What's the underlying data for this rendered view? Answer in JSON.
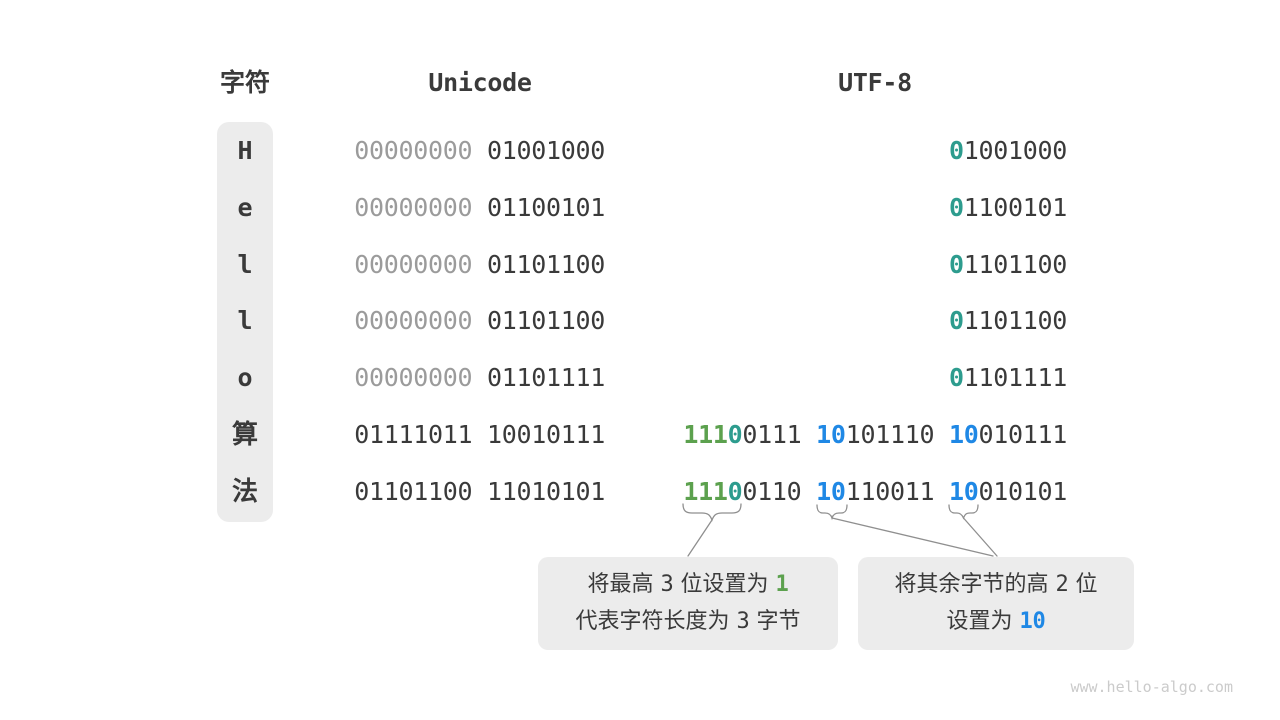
{
  "header": {
    "char_label": "字符",
    "unicode_label": "Unicode",
    "utf8_label": "UTF-8"
  },
  "rows": [
    {
      "char": "H",
      "unicode": [
        [
          [
            "00000000",
            "gray"
          ]
        ],
        [
          [
            "01001000",
            "dark"
          ]
        ]
      ],
      "utf8": [
        [
          [
            "0",
            "teal"
          ],
          [
            "1001000",
            "dark"
          ]
        ]
      ]
    },
    {
      "char": "e",
      "unicode": [
        [
          [
            "00000000",
            "gray"
          ]
        ],
        [
          [
            "01100101",
            "dark"
          ]
        ]
      ],
      "utf8": [
        [
          [
            "0",
            "teal"
          ],
          [
            "1100101",
            "dark"
          ]
        ]
      ]
    },
    {
      "char": "l",
      "unicode": [
        [
          [
            "00000000",
            "gray"
          ]
        ],
        [
          [
            "01101100",
            "dark"
          ]
        ]
      ],
      "utf8": [
        [
          [
            "0",
            "teal"
          ],
          [
            "1101100",
            "dark"
          ]
        ]
      ]
    },
    {
      "char": "l",
      "unicode": [
        [
          [
            "00000000",
            "gray"
          ]
        ],
        [
          [
            "01101100",
            "dark"
          ]
        ]
      ],
      "utf8": [
        [
          [
            "0",
            "teal"
          ],
          [
            "1101100",
            "dark"
          ]
        ]
      ]
    },
    {
      "char": "o",
      "unicode": [
        [
          [
            "00000000",
            "gray"
          ]
        ],
        [
          [
            "01101111",
            "dark"
          ]
        ]
      ],
      "utf8": [
        [
          [
            "0",
            "teal"
          ],
          [
            "1101111",
            "dark"
          ]
        ]
      ]
    },
    {
      "char": "算",
      "unicode": [
        [
          [
            "01111011",
            "dark"
          ]
        ],
        [
          [
            "10010111",
            "dark"
          ]
        ]
      ],
      "utf8": [
        [
          [
            "111",
            "green"
          ],
          [
            "0",
            "teal"
          ],
          [
            "0111",
            "dark"
          ]
        ],
        [
          [
            "10",
            "blue"
          ],
          [
            "101110",
            "dark"
          ]
        ],
        [
          [
            "10",
            "blue"
          ],
          [
            "010111",
            "dark"
          ]
        ]
      ]
    },
    {
      "char": "法",
      "unicode": [
        [
          [
            "01101100",
            "dark"
          ]
        ],
        [
          [
            "11010101",
            "dark"
          ]
        ]
      ],
      "utf8": [
        [
          [
            "111",
            "green"
          ],
          [
            "0",
            "teal"
          ],
          [
            "0110",
            "dark"
          ]
        ],
        [
          [
            "10",
            "blue"
          ],
          [
            "110011",
            "dark"
          ]
        ],
        [
          [
            "10",
            "blue"
          ],
          [
            "010101",
            "dark"
          ]
        ]
      ]
    }
  ],
  "callouts": {
    "left": {
      "lines": [
        [
          [
            "将最高 ",
            "plain"
          ],
          [
            "3",
            "num"
          ],
          [
            " 位设置为 ",
            "plain"
          ],
          [
            "1",
            "green"
          ]
        ],
        [
          [
            "代表字符长度为 ",
            "plain"
          ],
          [
            "3",
            "num"
          ],
          [
            " 字节",
            "plain"
          ]
        ]
      ]
    },
    "right": {
      "lines": [
        [
          [
            "将其余字节的高 ",
            "plain"
          ],
          [
            "2",
            "num"
          ],
          [
            " 位",
            "plain"
          ]
        ],
        [
          [
            "设置为 ",
            "plain"
          ],
          [
            "10",
            "blue"
          ]
        ]
      ]
    }
  },
  "watermark": "www.hello-algo.com",
  "palette": {
    "text_dark": "#3a3a3a",
    "zero_gray": "#9b9b9b",
    "bit_teal": "#2d9c8e",
    "bit_green": "#5ca14e",
    "bit_blue": "#1f88e5",
    "box_bg": "#ececec",
    "line_gray": "#8f8f8f",
    "watermark_gray": "#cbcbcb"
  }
}
